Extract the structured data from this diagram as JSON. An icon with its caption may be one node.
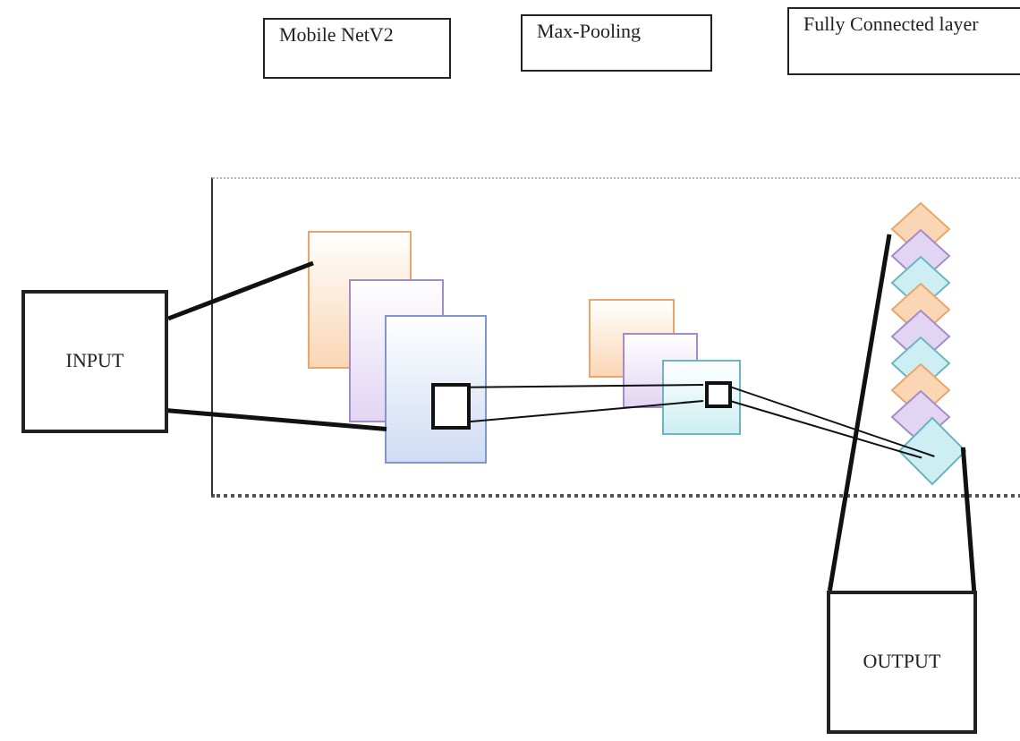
{
  "diagram": {
    "nodes": [
      {
        "text": [
          "Mobile NetV2"
        ]
      },
      {
        "text": [
          "Max-Pooling"
        ]
      },
      {
        "text": [
          "Fully Connected layer"
        ]
      },
      {
        "text": [],
        "shape": "box"
      },
      {
        "text": [
          "INPUT"
        ]
      },
      {
        "text": [],
        "shape": "picture",
        "in": 3
      },
      {
        "text": [],
        "shape": "box",
        "in": 5
      },
      {
        "text": [],
        "shape": "picture",
        "in": 3
      },
      {
        "text": [],
        "shape": "box",
        "in": 7
      },
      {
        "text": [],
        "shape": "picture",
        "in": 3
      },
      {
        "text": [
          "OUTPUT"
        ]
      }
    ],
    "edges": [
      {
        "from": 4,
        "to": 5,
        "arrow": "none",
        "style": "thick"
      },
      {
        "from": 4,
        "to": 5,
        "arrow": "none",
        "style": "thick"
      },
      {
        "from": 6,
        "to": 8,
        "arrow": "none"
      },
      {
        "from": 6,
        "to": 8,
        "arrow": "none"
      },
      {
        "from": 8,
        "to": 9,
        "arrow": "none"
      },
      {
        "from": 8,
        "to": 9,
        "arrow": "none"
      },
      {
        "from": 10,
        "to": 9,
        "arrow": "none",
        "style": "thick"
      },
      {
        "from": 10,
        "to": 9,
        "arrow": "none",
        "style": "thick"
      }
    ]
  }
}
